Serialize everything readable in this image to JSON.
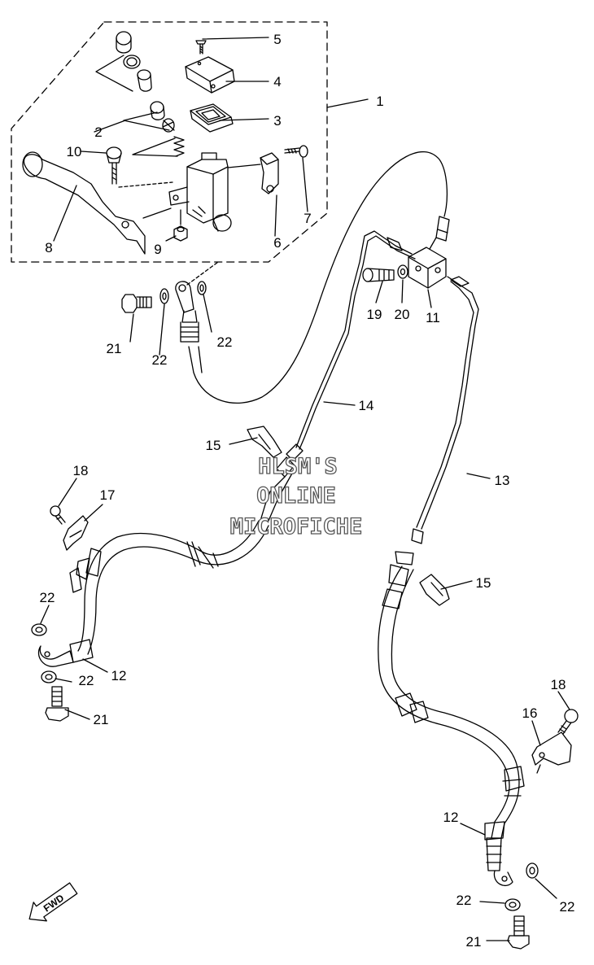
{
  "watermark": {
    "line1": "HLSM'S",
    "line2": "ONLINE",
    "line3": "MICROFICHE"
  },
  "fwd_label": "FWD",
  "callouts": [
    {
      "id": "c1",
      "text": "1"
    },
    {
      "id": "c2",
      "text": "2"
    },
    {
      "id": "c3",
      "text": "3"
    },
    {
      "id": "c4",
      "text": "4"
    },
    {
      "id": "c5",
      "text": "5"
    },
    {
      "id": "c6",
      "text": "6"
    },
    {
      "id": "c7",
      "text": "7"
    },
    {
      "id": "c8",
      "text": "8"
    },
    {
      "id": "c9",
      "text": "9"
    },
    {
      "id": "c10",
      "text": "10"
    },
    {
      "id": "c11",
      "text": "11"
    },
    {
      "id": "c12a",
      "text": "12"
    },
    {
      "id": "c12b",
      "text": "12"
    },
    {
      "id": "c13",
      "text": "13"
    },
    {
      "id": "c14",
      "text": "14"
    },
    {
      "id": "c15a",
      "text": "15"
    },
    {
      "id": "c15b",
      "text": "15"
    },
    {
      "id": "c16",
      "text": "16"
    },
    {
      "id": "c17",
      "text": "17"
    },
    {
      "id": "c18a",
      "text": "18"
    },
    {
      "id": "c18b",
      "text": "18"
    },
    {
      "id": "c19",
      "text": "19"
    },
    {
      "id": "c20",
      "text": "20"
    },
    {
      "id": "c21a",
      "text": "21"
    },
    {
      "id": "c21b",
      "text": "21"
    },
    {
      "id": "c21c",
      "text": "21"
    },
    {
      "id": "c22a",
      "text": "22"
    },
    {
      "id": "c22b",
      "text": "22"
    },
    {
      "id": "c22c",
      "text": "22"
    },
    {
      "id": "c22d",
      "text": "22"
    },
    {
      "id": "c22e",
      "text": "22"
    },
    {
      "id": "c22f",
      "text": "22"
    }
  ]
}
